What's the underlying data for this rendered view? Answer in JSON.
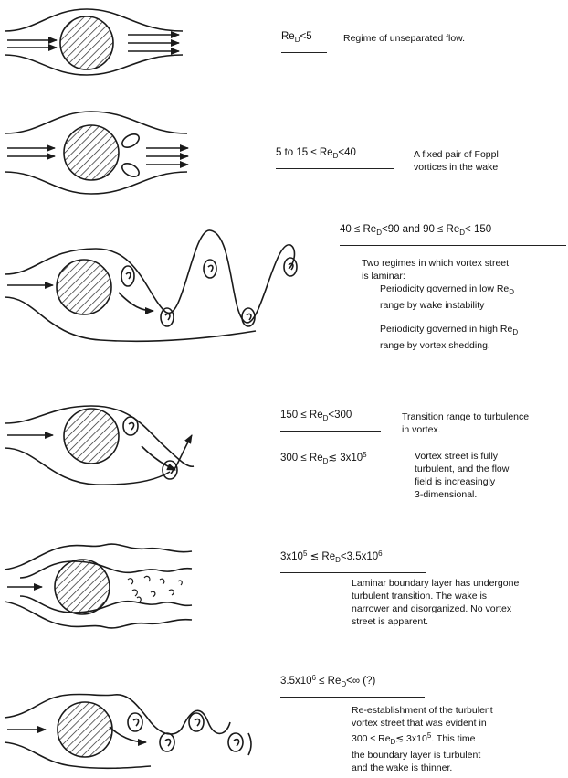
{
  "colors": {
    "ink": "#1a1a1a",
    "background": "#ffffff"
  },
  "regimes": [
    {
      "condition": [
        "Re",
        "D",
        "<5"
      ],
      "description": [
        "Regime of unseparated flow."
      ]
    },
    {
      "condition": [
        "5 to 15 ≤ Re",
        "D",
        "<40"
      ],
      "description": [
        "A fixed pair of Foppl",
        "vortices in the wake"
      ]
    },
    {
      "condition": [
        "40 ≤ Re",
        "D",
        "<90 and 90 ≤ Re",
        "D",
        "< 150"
      ],
      "description": [
        "Two regimes in which vortex street",
        "is laminar:"
      ],
      "sub1": [
        "Periodicity governed in low Re",
        "D",
        "range by wake instability"
      ],
      "sub2": [
        "Periodicity governed in high Re",
        "D",
        "range by vortex shedding."
      ]
    },
    {
      "condition": [
        "150 ≤ Re",
        "D",
        "<300"
      ],
      "description": [
        "Transition range to turbulence",
        "in vortex."
      ]
    },
    {
      "condition": [
        "300 ≤ Re",
        "D",
        "≲ 3x10",
        "5"
      ],
      "description": [
        "Vortex street is fully",
        "turbulent, and the flow",
        "field is increasingly",
        "3-dimensional."
      ]
    },
    {
      "condition": [
        "3x10",
        "5",
        " ≲ Re",
        "D",
        "<3.5x10",
        "6"
      ],
      "description": [
        "Laminar boundary layer has undergone",
        "turbulent transition.  The wake is",
        "narrower and disorganized.  No vortex",
        "street is apparent."
      ]
    },
    {
      "condition": [
        "3.5x10",
        "6",
        " ≤ Re",
        "D",
        "<∞ (?)"
      ],
      "description": [
        "Re-establishment of the turbulent",
        "vortex street that was evident in",
        "300 ≤ Re",
        "D",
        "≲ 3x10",
        "5",
        ".  This time",
        "the boundary layer is turbulent",
        "and the wake is thinner."
      ]
    }
  ]
}
